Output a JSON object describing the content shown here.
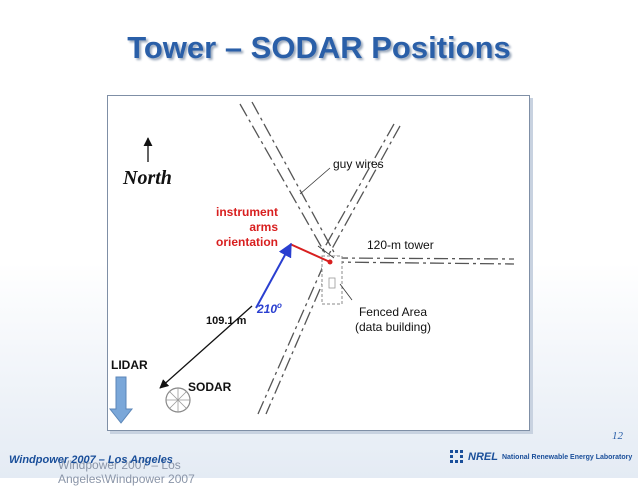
{
  "slide": {
    "title": "Tower – SODAR Positions",
    "page_number": "12"
  },
  "diagram": {
    "north_label": "North",
    "guy_wires_label": "guy wires",
    "instrument_label_line1": "instrument",
    "instrument_label_line2": "arms",
    "instrument_label_line3": "orientation",
    "tower_label": "120-m tower",
    "fenced_label_line1": "Fenced Area",
    "fenced_label_line2": "(data building)",
    "angle_value": "210",
    "angle_unit": "o",
    "distance_label": "109.1 m",
    "lidar_label": "LIDAR",
    "sodar_label": "SODAR",
    "colors": {
      "instrument": "#d81f1f",
      "orientation_arrow": "#2a3fd0",
      "lidar_arrow": "#7aa7d9"
    }
  },
  "footer": {
    "event_label": "Windpower 2007 – Los Angeles",
    "overlay_text": "Windpower 2007 – Los Angeles\\Windpower 2007",
    "logo_mark": "NREL",
    "logo_text": "National Renewable Energy Laboratory"
  }
}
